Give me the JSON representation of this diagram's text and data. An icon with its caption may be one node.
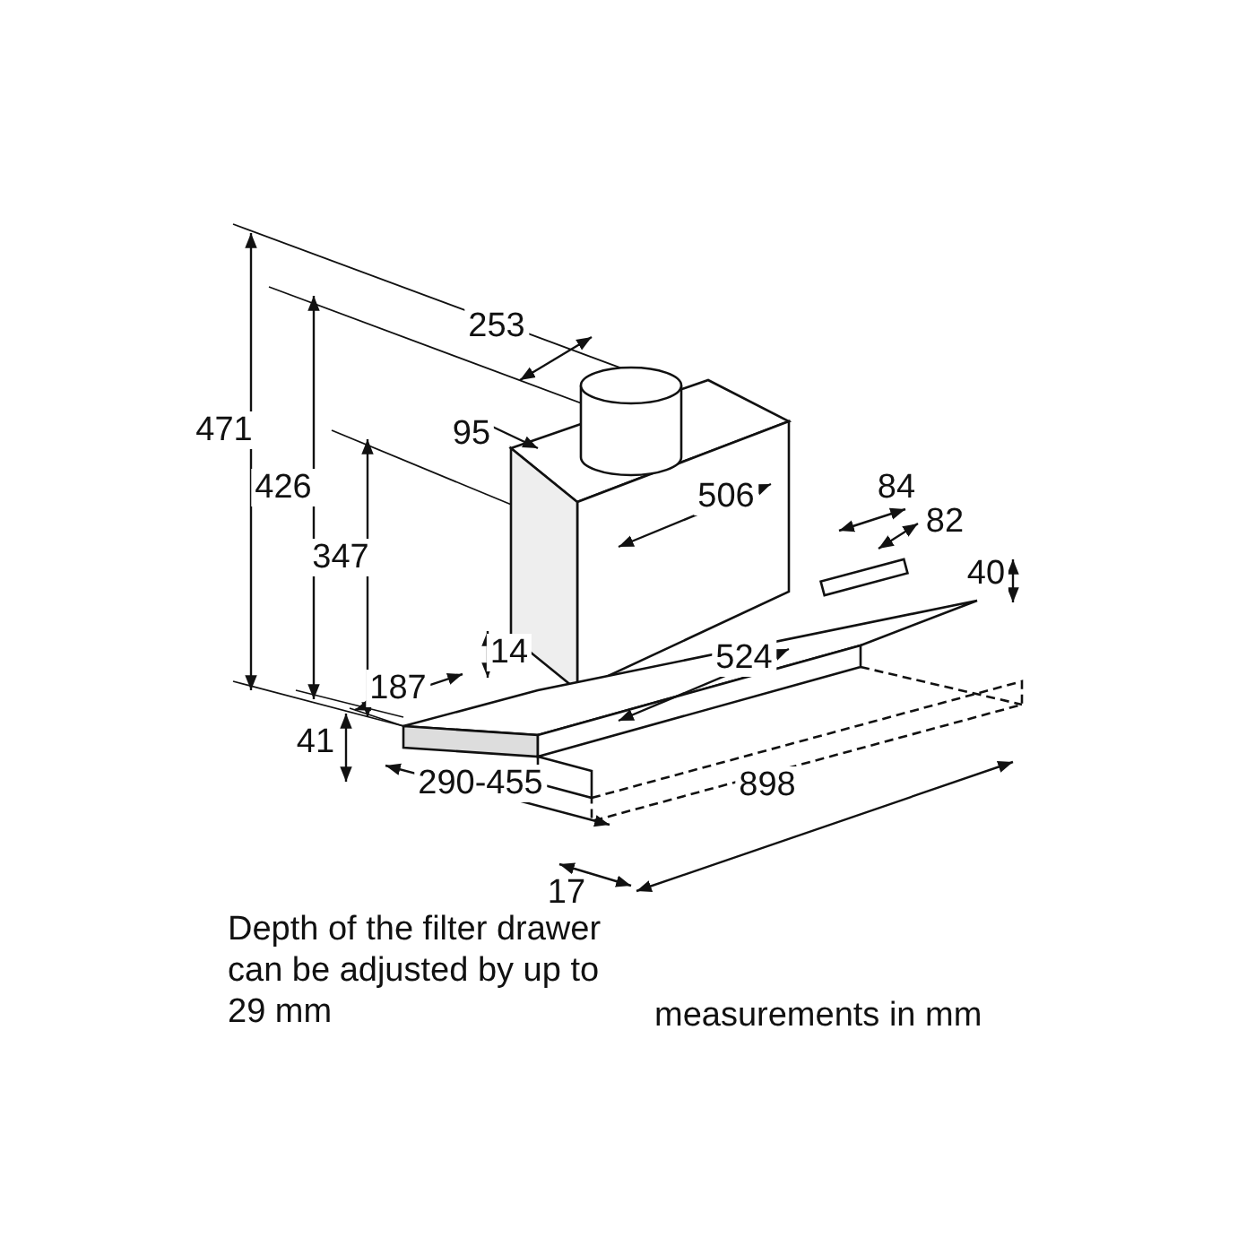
{
  "diagram": {
    "labels": [
      "253",
      "471",
      "95",
      "426",
      "506",
      "84",
      "82",
      "347",
      "40",
      "14",
      "524",
      "187",
      "898",
      "41",
      "290-455",
      "17",
      "Depth of the filter drawer can be adjusted by up to 29 mm",
      "measurements in mm"
    ]
  }
}
